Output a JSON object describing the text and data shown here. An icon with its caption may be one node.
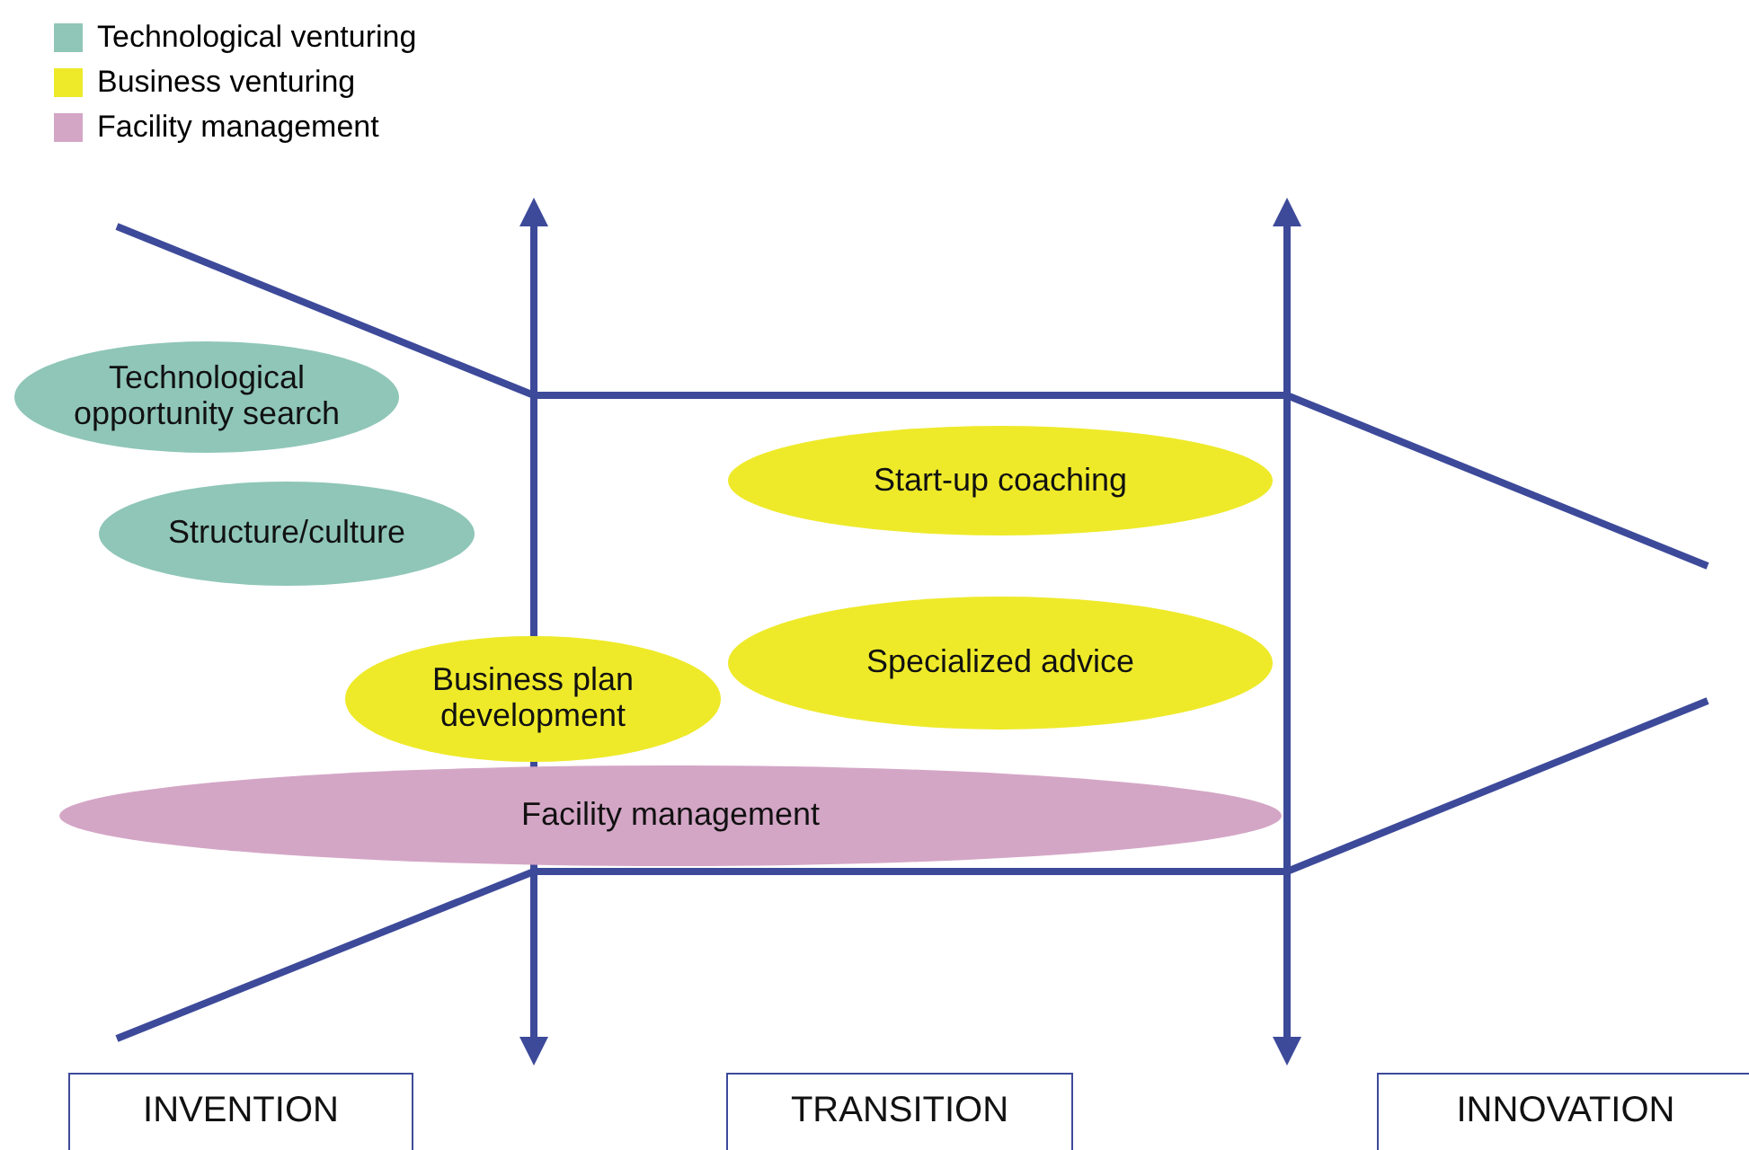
{
  "diagram": {
    "nodes": [
      {
        "text": [
          "Technological opportunity search"
        ]
      },
      {
        "text": [
          "Structure/culture"
        ]
      },
      {
        "text": [
          "Start-up coaching"
        ]
      },
      {
        "text": [
          "Specialized advice"
        ]
      },
      {
        "text": [
          "Business plan development"
        ]
      },
      {
        "text": [
          "Facility management"
        ]
      },
      {
        "text": [
          "INVENTION"
        ]
      },
      {
        "text": [
          "TRANSITION"
        ]
      },
      {
        "text": [
          "INNOVATION"
        ]
      }
    ],
    "legend": [
      {
        "text": "Technological venturing",
        "color": "#8fc6b8"
      },
      {
        "text": "Business venturing",
        "color": "#eeea2a"
      },
      {
        "text": "Facility management",
        "color": "#d4a6c6"
      }
    ]
  }
}
